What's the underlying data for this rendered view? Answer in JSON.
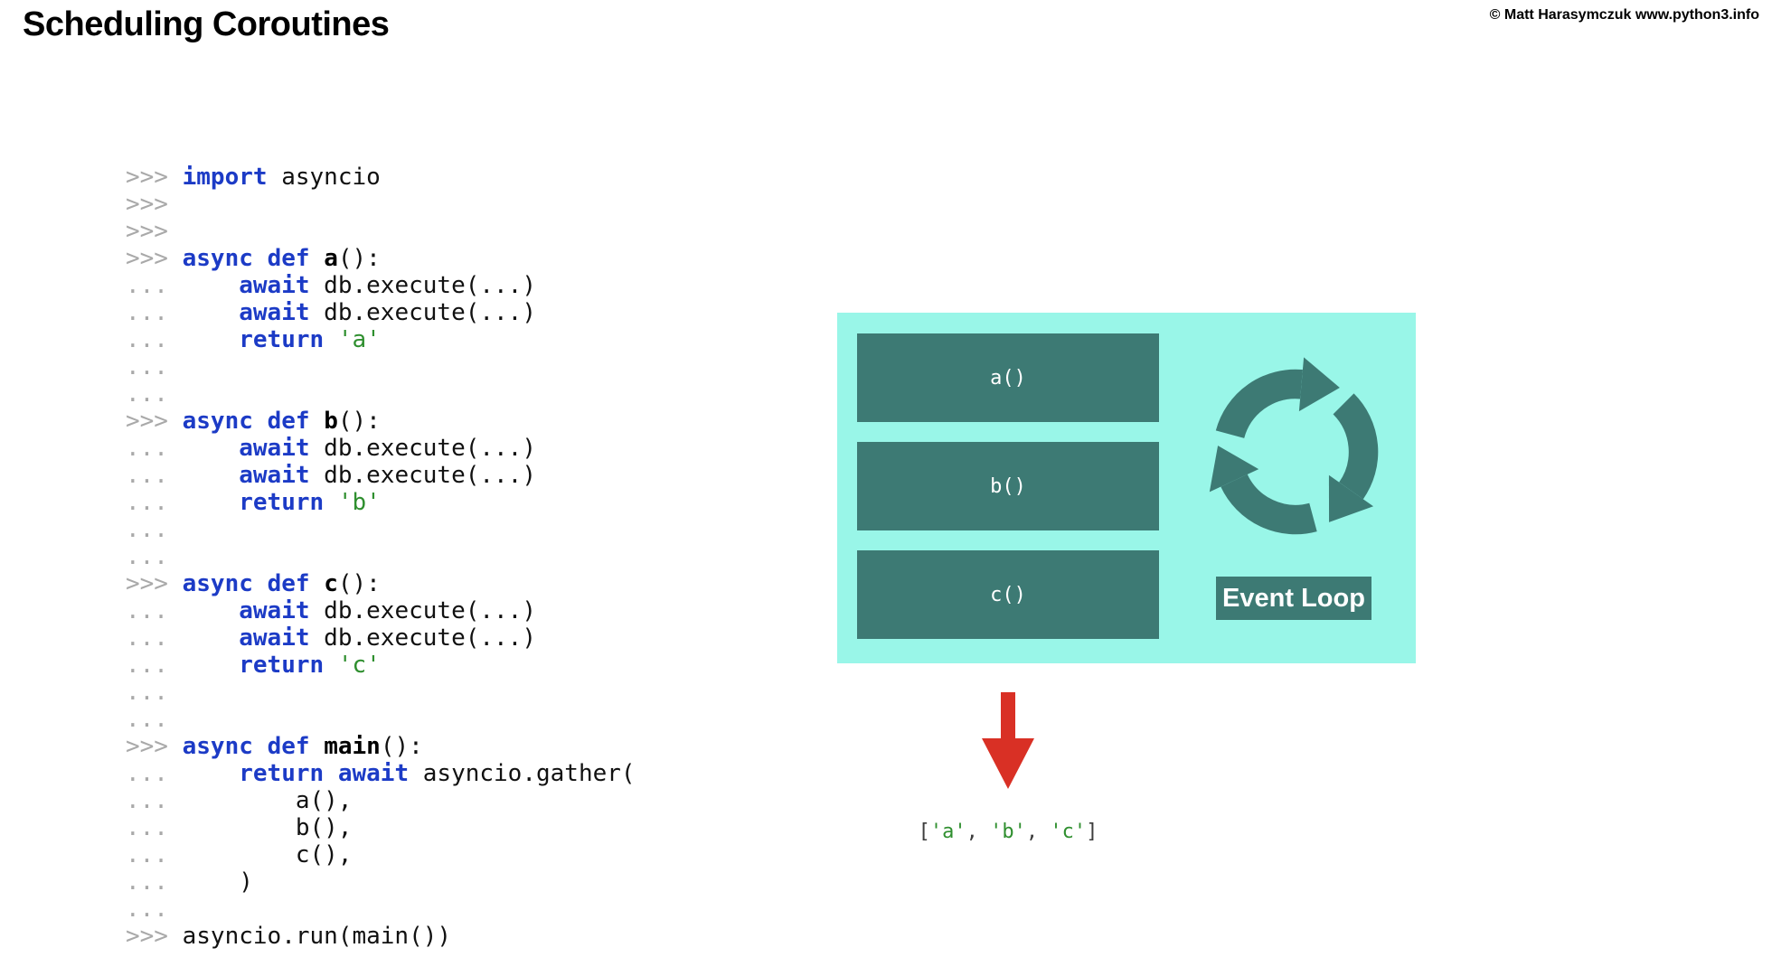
{
  "page": {
    "title": "Scheduling Coroutines",
    "copyright": "© Matt Harasymczuk www.python3.info"
  },
  "colors": {
    "title-color": "#000000",
    "keyword": "#1c3bc6",
    "string": "#2f8f2f",
    "prompt": "#a9a9a9",
    "code-text": "#111111",
    "output-punct": "#3d3d3d",
    "cyan-bg": "#99f6e8",
    "teal": "#3d7a74",
    "arrow-red": "#d93025"
  },
  "code": {
    "lines": [
      [
        [
          "p",
          ">>> "
        ],
        [
          "k",
          "import"
        ],
        [
          "t",
          " asyncio"
        ]
      ],
      [
        [
          "p",
          ">>>"
        ]
      ],
      [
        [
          "p",
          ">>>"
        ]
      ],
      [
        [
          "p",
          ">>> "
        ],
        [
          "k",
          "async"
        ],
        [
          "t",
          " "
        ],
        [
          "k",
          "def"
        ],
        [
          "t",
          " "
        ],
        [
          "f",
          "a"
        ],
        [
          "t",
          "():"
        ]
      ],
      [
        [
          "p",
          "... "
        ],
        [
          "t",
          "    "
        ],
        [
          "k",
          "await"
        ],
        [
          "t",
          " db.execute(...)"
        ]
      ],
      [
        [
          "p",
          "... "
        ],
        [
          "t",
          "    "
        ],
        [
          "k",
          "await"
        ],
        [
          "t",
          " db.execute(...)"
        ]
      ],
      [
        [
          "p",
          "... "
        ],
        [
          "t",
          "    "
        ],
        [
          "k",
          "return"
        ],
        [
          "t",
          " "
        ],
        [
          "s",
          "'a'"
        ]
      ],
      [
        [
          "p",
          "..."
        ]
      ],
      [
        [
          "p",
          "..."
        ]
      ],
      [
        [
          "p",
          ">>> "
        ],
        [
          "k",
          "async"
        ],
        [
          "t",
          " "
        ],
        [
          "k",
          "def"
        ],
        [
          "t",
          " "
        ],
        [
          "f",
          "b"
        ],
        [
          "t",
          "():"
        ]
      ],
      [
        [
          "p",
          "... "
        ],
        [
          "t",
          "    "
        ],
        [
          "k",
          "await"
        ],
        [
          "t",
          " db.execute(...)"
        ]
      ],
      [
        [
          "p",
          "... "
        ],
        [
          "t",
          "    "
        ],
        [
          "k",
          "await"
        ],
        [
          "t",
          " db.execute(...)"
        ]
      ],
      [
        [
          "p",
          "... "
        ],
        [
          "t",
          "    "
        ],
        [
          "k",
          "return"
        ],
        [
          "t",
          " "
        ],
        [
          "s",
          "'b'"
        ]
      ],
      [
        [
          "p",
          "..."
        ]
      ],
      [
        [
          "p",
          "..."
        ]
      ],
      [
        [
          "p",
          ">>> "
        ],
        [
          "k",
          "async"
        ],
        [
          "t",
          " "
        ],
        [
          "k",
          "def"
        ],
        [
          "t",
          " "
        ],
        [
          "f",
          "c"
        ],
        [
          "t",
          "():"
        ]
      ],
      [
        [
          "p",
          "... "
        ],
        [
          "t",
          "    "
        ],
        [
          "k",
          "await"
        ],
        [
          "t",
          " db.execute(...)"
        ]
      ],
      [
        [
          "p",
          "... "
        ],
        [
          "t",
          "    "
        ],
        [
          "k",
          "await"
        ],
        [
          "t",
          " db.execute(...)"
        ]
      ],
      [
        [
          "p",
          "... "
        ],
        [
          "t",
          "    "
        ],
        [
          "k",
          "return"
        ],
        [
          "t",
          " "
        ],
        [
          "s",
          "'c'"
        ]
      ],
      [
        [
          "p",
          "..."
        ]
      ],
      [
        [
          "p",
          "..."
        ]
      ],
      [
        [
          "p",
          ">>> "
        ],
        [
          "k",
          "async"
        ],
        [
          "t",
          " "
        ],
        [
          "k",
          "def"
        ],
        [
          "t",
          " "
        ],
        [
          "f",
          "main"
        ],
        [
          "t",
          "():"
        ]
      ],
      [
        [
          "p",
          "... "
        ],
        [
          "t",
          "    "
        ],
        [
          "k",
          "return"
        ],
        [
          "t",
          " "
        ],
        [
          "k",
          "await"
        ],
        [
          "t",
          " asyncio.gather("
        ]
      ],
      [
        [
          "p",
          "... "
        ],
        [
          "t",
          "        a(),"
        ]
      ],
      [
        [
          "p",
          "... "
        ],
        [
          "t",
          "        b(),"
        ]
      ],
      [
        [
          "p",
          "... "
        ],
        [
          "t",
          "        c(),"
        ]
      ],
      [
        [
          "p",
          "... "
        ],
        [
          "t",
          "    )"
        ]
      ],
      [
        [
          "p",
          "..."
        ]
      ],
      [
        [
          "p",
          ">>> "
        ],
        [
          "t",
          "asyncio.run(main())"
        ]
      ]
    ]
  },
  "diagram": {
    "tasks": [
      "a()",
      "b()",
      "c()"
    ],
    "event_loop_label": "Event Loop",
    "icon": "event-loop-cycle-icon",
    "result_tokens": [
      [
        "o",
        "["
      ],
      [
        "s",
        "'a'"
      ],
      [
        "o",
        ", "
      ],
      [
        "s",
        "'b'"
      ],
      [
        "o",
        ", "
      ],
      [
        "s",
        "'c'"
      ],
      [
        "o",
        "]"
      ]
    ]
  }
}
